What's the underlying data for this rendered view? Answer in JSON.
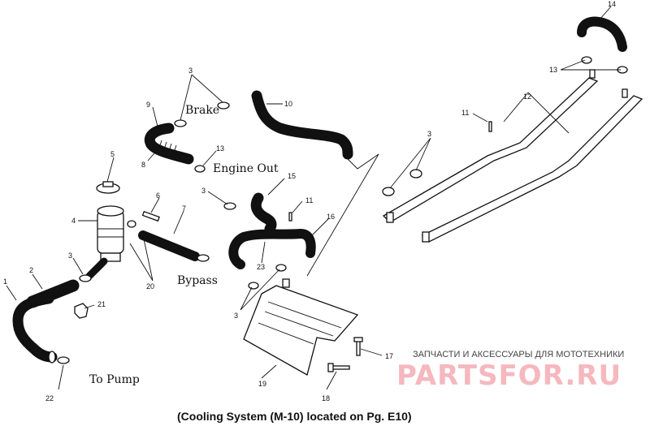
{
  "labels": {
    "brake": "Brake",
    "engine_out": "Engine Out",
    "bypass": "Bypass",
    "to_pump": "To Pump"
  },
  "caption": "(Cooling System (M-10) located on Pg. E10)",
  "watermark": {
    "top_text": "ЗАПЧАСТИ И АКСЕССУАРЫ ДЛЯ МОТОТЕХНИКИ",
    "logo_text": "PARTSFOR.RU"
  },
  "callouts": {
    "n1": "1",
    "n2": "2",
    "n3a": "3",
    "n3b": "3",
    "n3c": "3",
    "n3d": "3",
    "n3e": "3",
    "n4": "4",
    "n5": "5",
    "n6": "6",
    "n7": "7",
    "n8": "8",
    "n9": "9",
    "n10": "10",
    "n11a": "11",
    "n11b": "11",
    "n12": "12",
    "n13a": "13",
    "n13b": "13",
    "n14": "14",
    "n15": "15",
    "n16": "16",
    "n17": "17",
    "n18": "18",
    "n19": "19",
    "n20": "20",
    "n21": "21",
    "n22": "22",
    "n23": "23"
  }
}
